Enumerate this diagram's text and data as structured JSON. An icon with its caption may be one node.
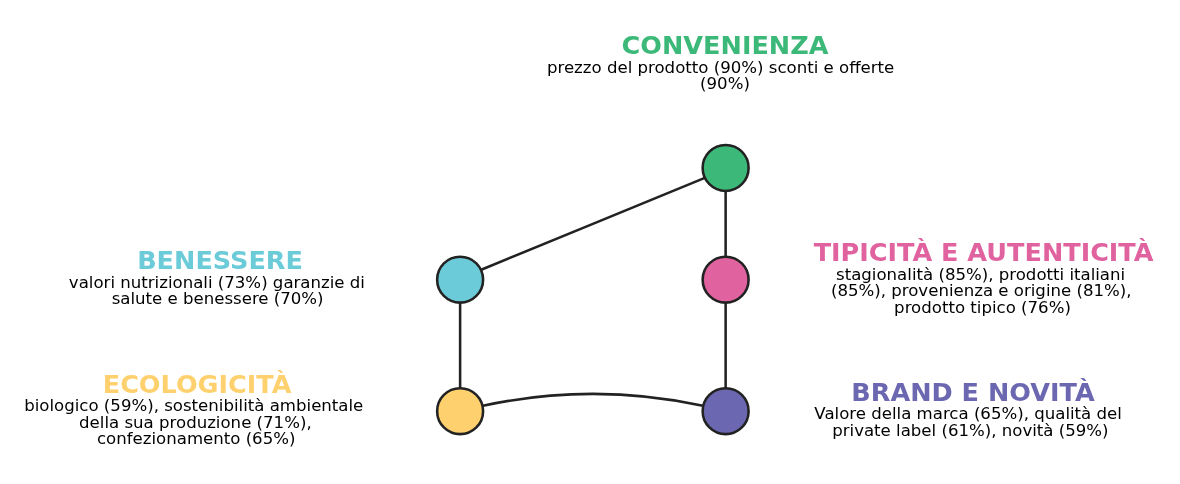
{
  "diagram": {
    "nodes": [
      {
        "text": [],
        "shape": "circle",
        "beside": [
          "CONVENIENZA",
          "prezzo del prodotto (90%) sconti e offerte (90%)"
        ]
      },
      {
        "text": [],
        "shape": "circle",
        "beside": [
          "BENESSERE",
          "valori nutrizionali (73%) garanzie di salute e benessere (70%)"
        ]
      },
      {
        "text": [],
        "shape": "circle",
        "beside": [
          "TIPICITÀ E AUTENTICITÀ",
          "stagionalità (85%), prodotti italiani (85%), provenienza e origine (81%), prodotto tipico (76%)"
        ]
      },
      {
        "text": [],
        "shape": "circle",
        "beside": [
          "ECOLOGICITÀ",
          "biologico (59%), sostenibilità ambientale della sua produzione (71%), confezionamento (65%)"
        ]
      },
      {
        "text": [],
        "shape": "circle",
        "beside": [
          "BRAND E NOVITÀ",
          "Valore della marca (65%), qualità del private label (61%), novità (59%)"
        ]
      }
    ],
    "edges": [
      {
        "from": 0,
        "to": 2,
        "arrow": "none"
      },
      {
        "from": 2,
        "to": 4,
        "arrow": "none"
      },
      {
        "from": 4,
        "to": 3,
        "arrow": "none"
      },
      {
        "from": 3,
        "to": 1,
        "arrow": "none"
      },
      {
        "from": 1,
        "to": 0,
        "arrow": "none"
      }
    ]
  }
}
